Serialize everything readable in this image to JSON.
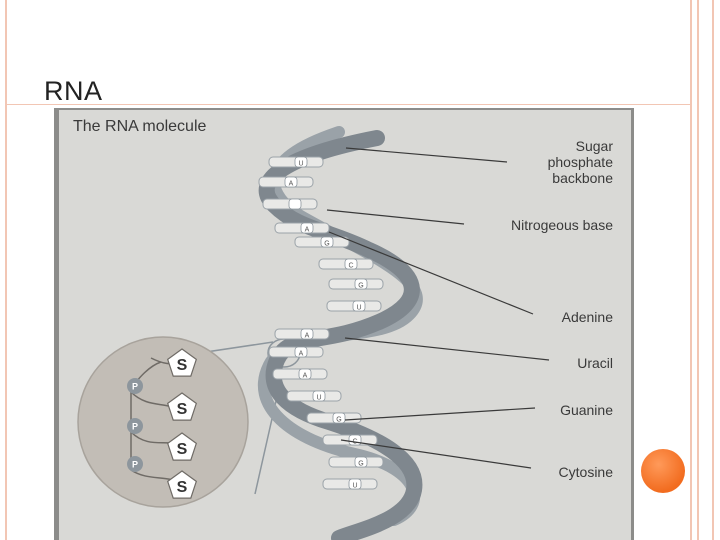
{
  "slide": {
    "title": "RNA"
  },
  "diagram": {
    "title": "The RNA molecule",
    "labels": {
      "backbone": [
        "Sugar",
        "phosphate",
        "backbone"
      ],
      "nitrogenous_base": "Nitrogeous base",
      "adenine": "Adenine",
      "uracil": "Uracil",
      "guanine": "Guanine",
      "cytosine": "Cytosine"
    },
    "inset": {
      "sugar_letter": "S",
      "phosphate_letter": "P"
    },
    "base_letters": [
      "U",
      "A",
      "",
      "A",
      "G",
      "C",
      "G",
      "U",
      "A",
      "A",
      "A",
      "U",
      "G",
      "C",
      "G",
      "U"
    ]
  },
  "colors": {
    "background": "#ffffff",
    "frame": "#f2c6b4",
    "diagram_bg": "#d9d9d6",
    "backbone": "#8d969d",
    "accent_dot": "#f26c1f"
  }
}
